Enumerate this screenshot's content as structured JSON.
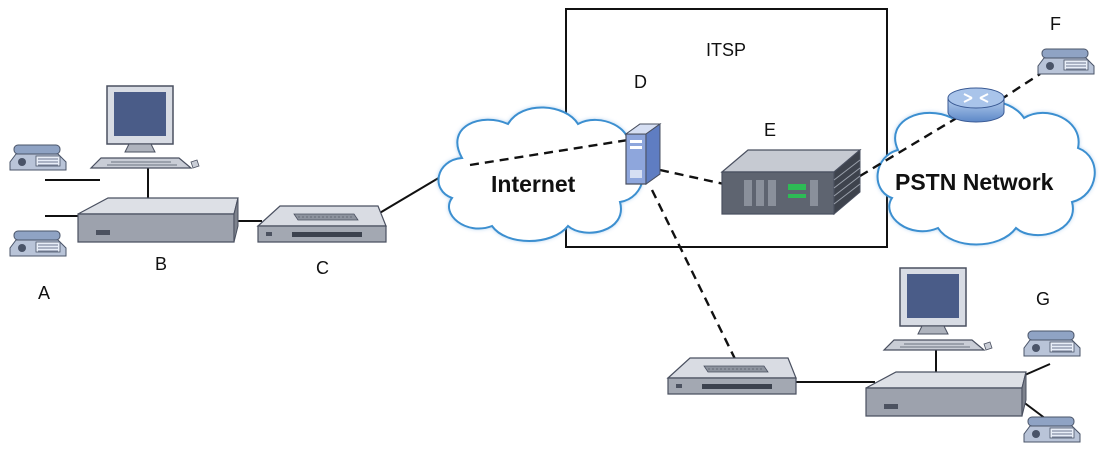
{
  "labels": {
    "a": "A",
    "b": "B",
    "c": "C",
    "d": "D",
    "e": "E",
    "f": "F",
    "g": "G",
    "itsp": "ITSP"
  },
  "clouds": {
    "internet": "Internet",
    "pstn": "PSTN Network"
  },
  "colors": {
    "cloud_fill": "#ffffff",
    "cloud_edge": "#3c8fd0",
    "device_body": "#c9ccd2",
    "device_dark": "#5e6470",
    "monitor_screen": "#4a5c88",
    "router_blue": "#7fa9df",
    "server_blue": "#7f99d8",
    "led_green": "#2dbb55"
  },
  "icons": [
    "phone-icon",
    "computer-icon",
    "switch-icon",
    "modem-icon",
    "server-icon",
    "gateway-rack-icon",
    "router-icon",
    "cloud-icon"
  ]
}
